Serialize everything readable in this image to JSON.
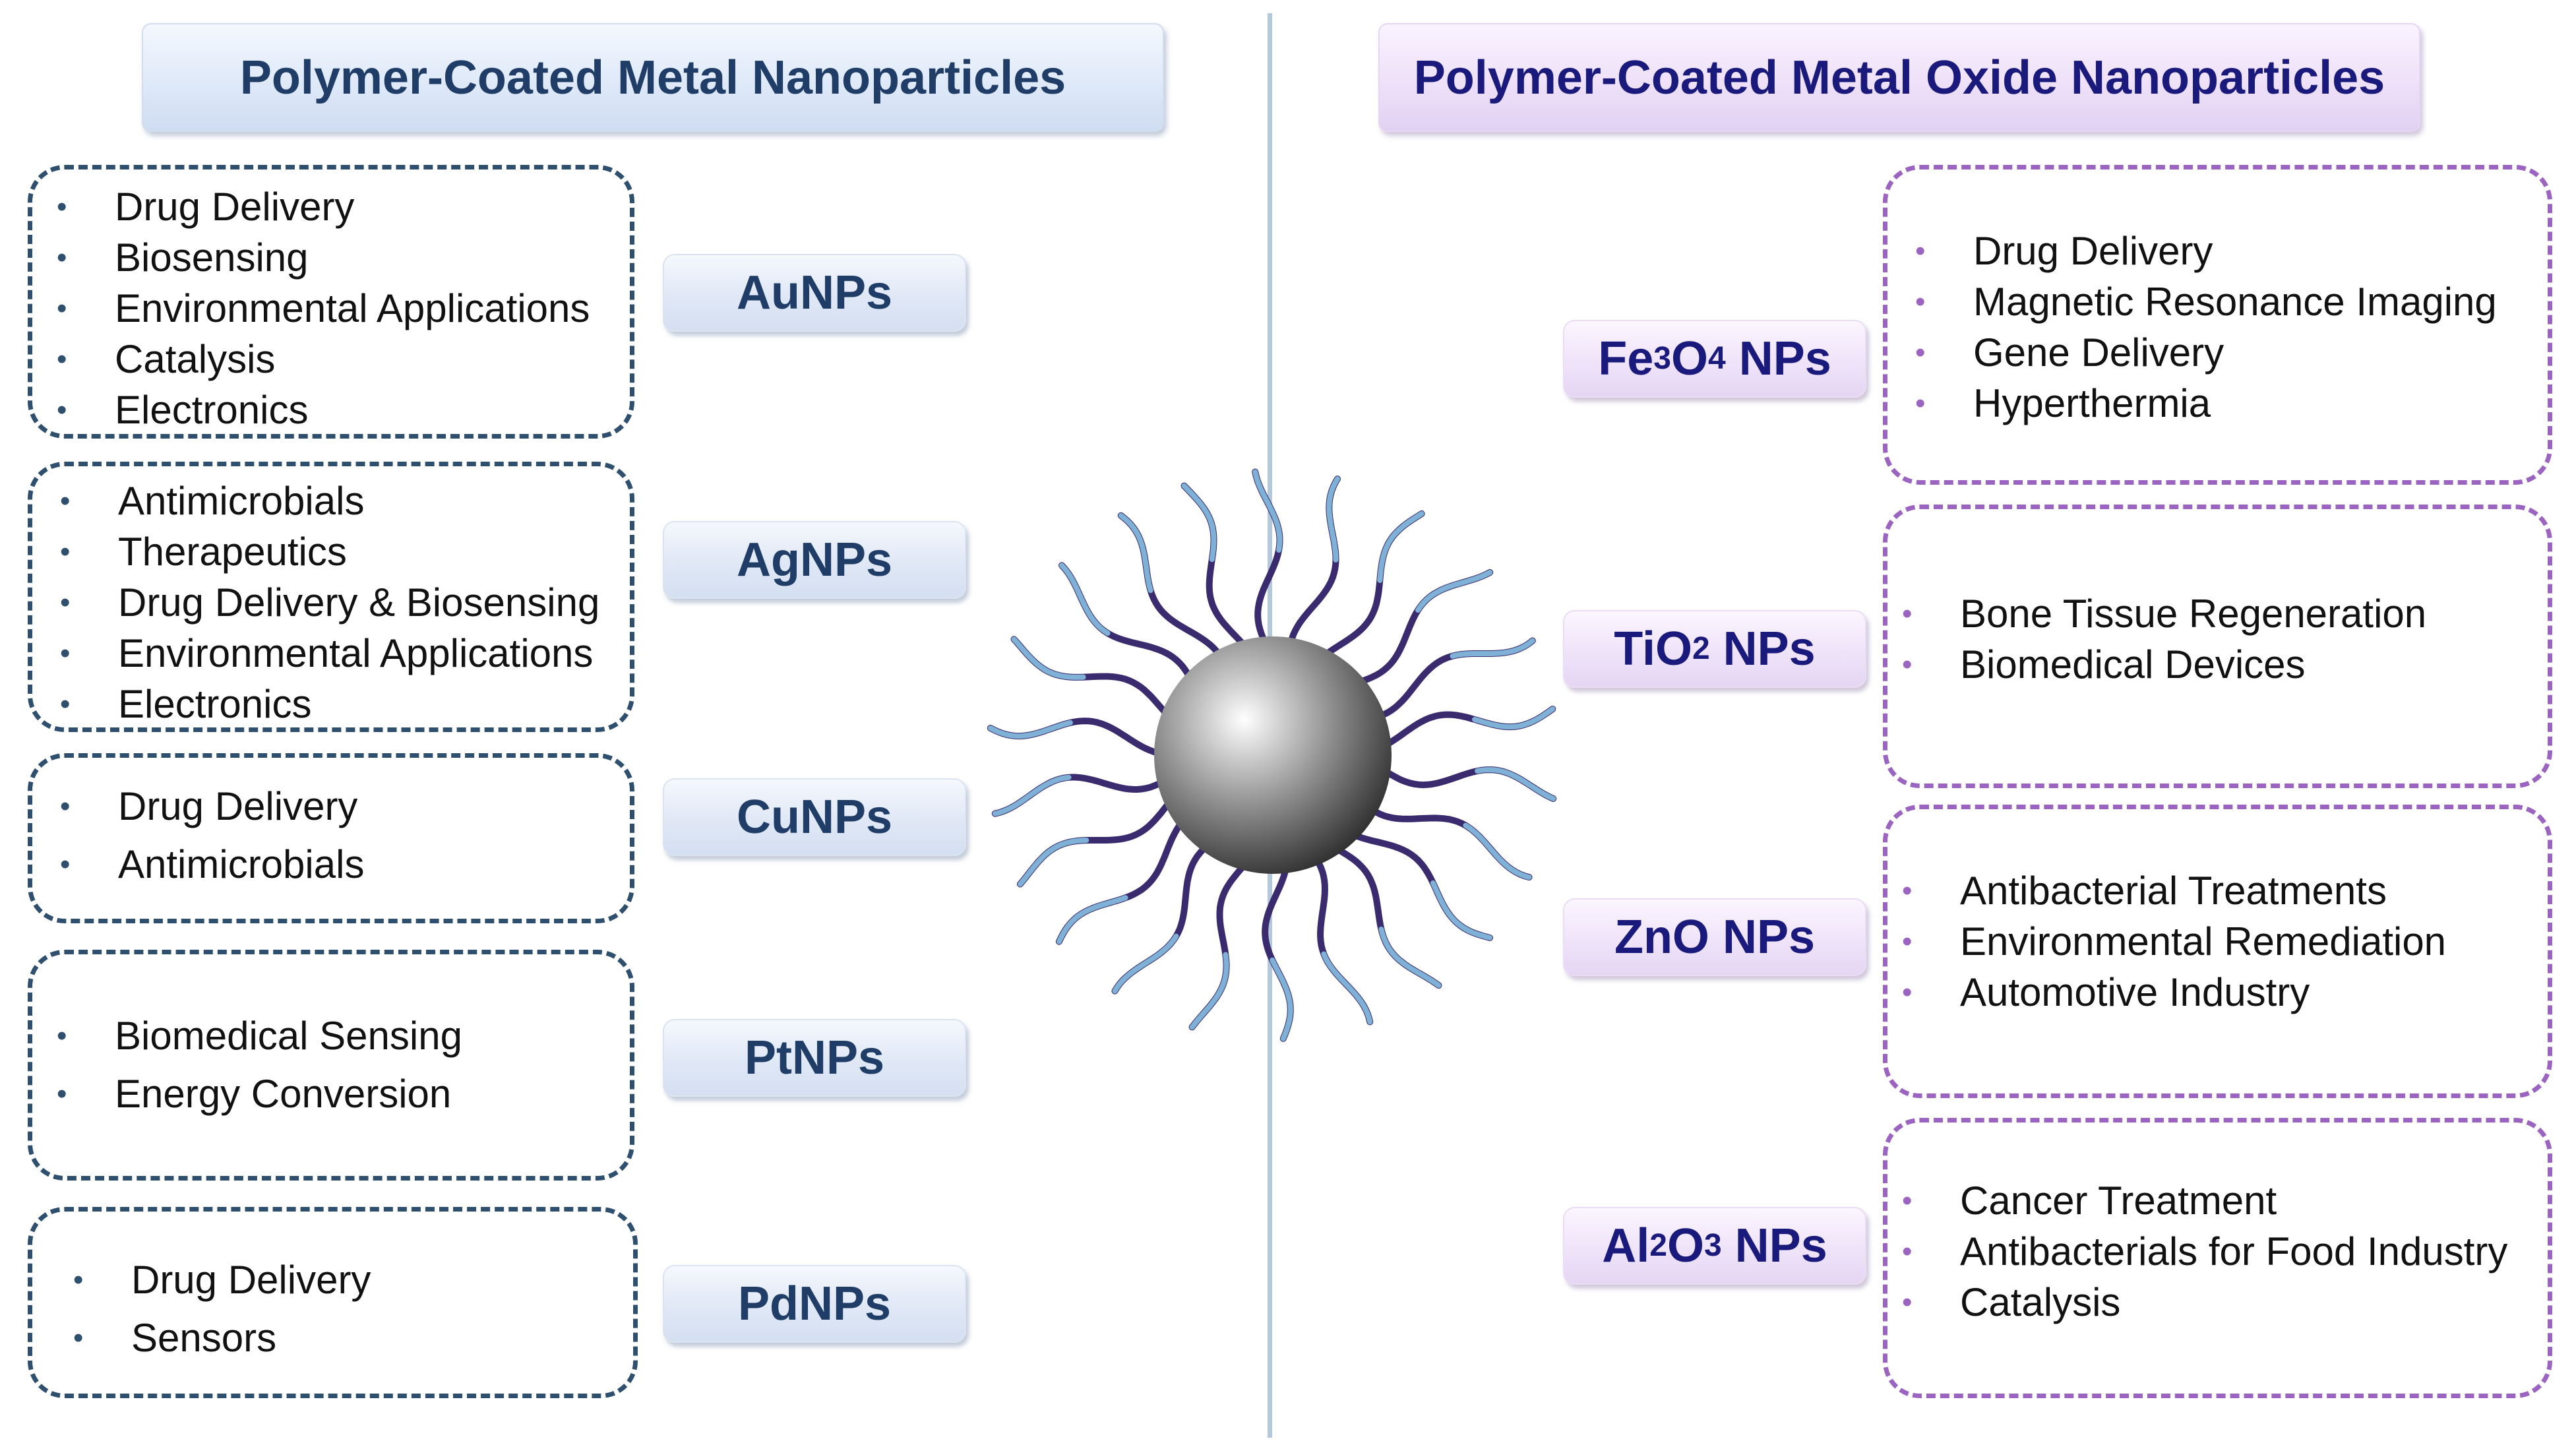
{
  "left_header": "Polymer-Coated Metal Nanoparticles",
  "right_header": "Polymer-Coated Metal Oxide Nanoparticles",
  "left": [
    {
      "label": "AuNPs",
      "items": [
        "Drug Delivery",
        "Biosensing",
        "Environmental Applications",
        "Catalysis",
        "Electronics"
      ]
    },
    {
      "label": "AgNPs",
      "items": [
        "Antimicrobials",
        "Therapeutics",
        "Drug Delivery & Biosensing",
        "Environmental Applications",
        "Electronics"
      ]
    },
    {
      "label": "CuNPs",
      "items": [
        "Drug Delivery",
        "Antimicrobials"
      ]
    },
    {
      "label": "PtNPs",
      "items": [
        "Biomedical Sensing",
        "Energy Conversion"
      ]
    },
    {
      "label": "PdNPs",
      "items": [
        "Drug Delivery",
        "Sensors"
      ]
    }
  ],
  "right": [
    {
      "label_main": "Fe",
      "sub1": "3",
      "mid": "O",
      "sub2": "4",
      "suffix": " NPs",
      "items": [
        "Drug Delivery",
        "Magnetic Resonance Imaging",
        "Gene Delivery",
        "Hyperthermia"
      ]
    },
    {
      "label_main": "TiO",
      "sub1": "2",
      "mid": "",
      "sub2": "",
      "suffix": " NPs",
      "items": [
        "Bone Tissue Regeneration",
        "Biomedical Devices"
      ]
    },
    {
      "label_main": "ZnO",
      "sub1": "",
      "mid": "",
      "sub2": "",
      "suffix": " NPs",
      "items": [
        "Antibacterial Treatments",
        "Environmental Remediation",
        "Automotive Industry"
      ]
    },
    {
      "label_main": "Al",
      "sub1": "2",
      "mid": "O",
      "sub2": "3",
      "suffix": " NPs",
      "items": [
        "Cancer Treatment",
        "Antibacterials for Food Industry",
        "Catalysis"
      ]
    }
  ],
  "colors": {
    "left_accent": "#2e4f6e",
    "right_accent": "#9a64c0",
    "divider": "#b3c8da",
    "chain_dark": "#3a2a6e",
    "chain_light": "#7fb0d6"
  }
}
